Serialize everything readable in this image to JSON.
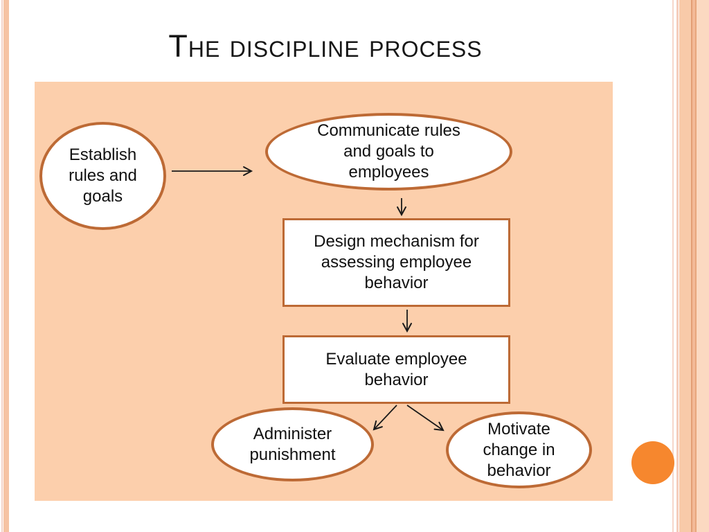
{
  "slide": {
    "title": "The discipline process",
    "colors": {
      "panel_background": "#fccfac",
      "shape_border": "#bd6a35",
      "shape_fill": "#ffffff",
      "text": "#111111",
      "arrow": "#1a1a1a",
      "accent_circle": "#f6872e",
      "stripe_pink": "#f3d2c7",
      "stripe_salmon": "#f6c3a3"
    },
    "diagram": {
      "nodes": [
        {
          "id": "establish",
          "shape": "ellipse",
          "label": "Establish\nrules and\ngoals"
        },
        {
          "id": "communicate",
          "shape": "ellipse",
          "label": "Communicate rules\nand goals to\nemployees"
        },
        {
          "id": "design",
          "shape": "rectangle",
          "label": "Design mechanism for\nassessing employee\nbehavior"
        },
        {
          "id": "evaluate",
          "shape": "rectangle",
          "label": "Evaluate employee\nbehavior"
        },
        {
          "id": "administer",
          "shape": "ellipse",
          "label": "Administer\npunishment"
        },
        {
          "id": "motivate",
          "shape": "ellipse",
          "label": "Motivate\nchange in\nbehavior"
        }
      ],
      "edges": [
        {
          "from": "establish",
          "to": "communicate"
        },
        {
          "from": "communicate",
          "to": "design"
        },
        {
          "from": "design",
          "to": "evaluate"
        },
        {
          "from": "evaluate",
          "to": "administer"
        },
        {
          "from": "evaluate",
          "to": "motivate"
        }
      ]
    }
  }
}
